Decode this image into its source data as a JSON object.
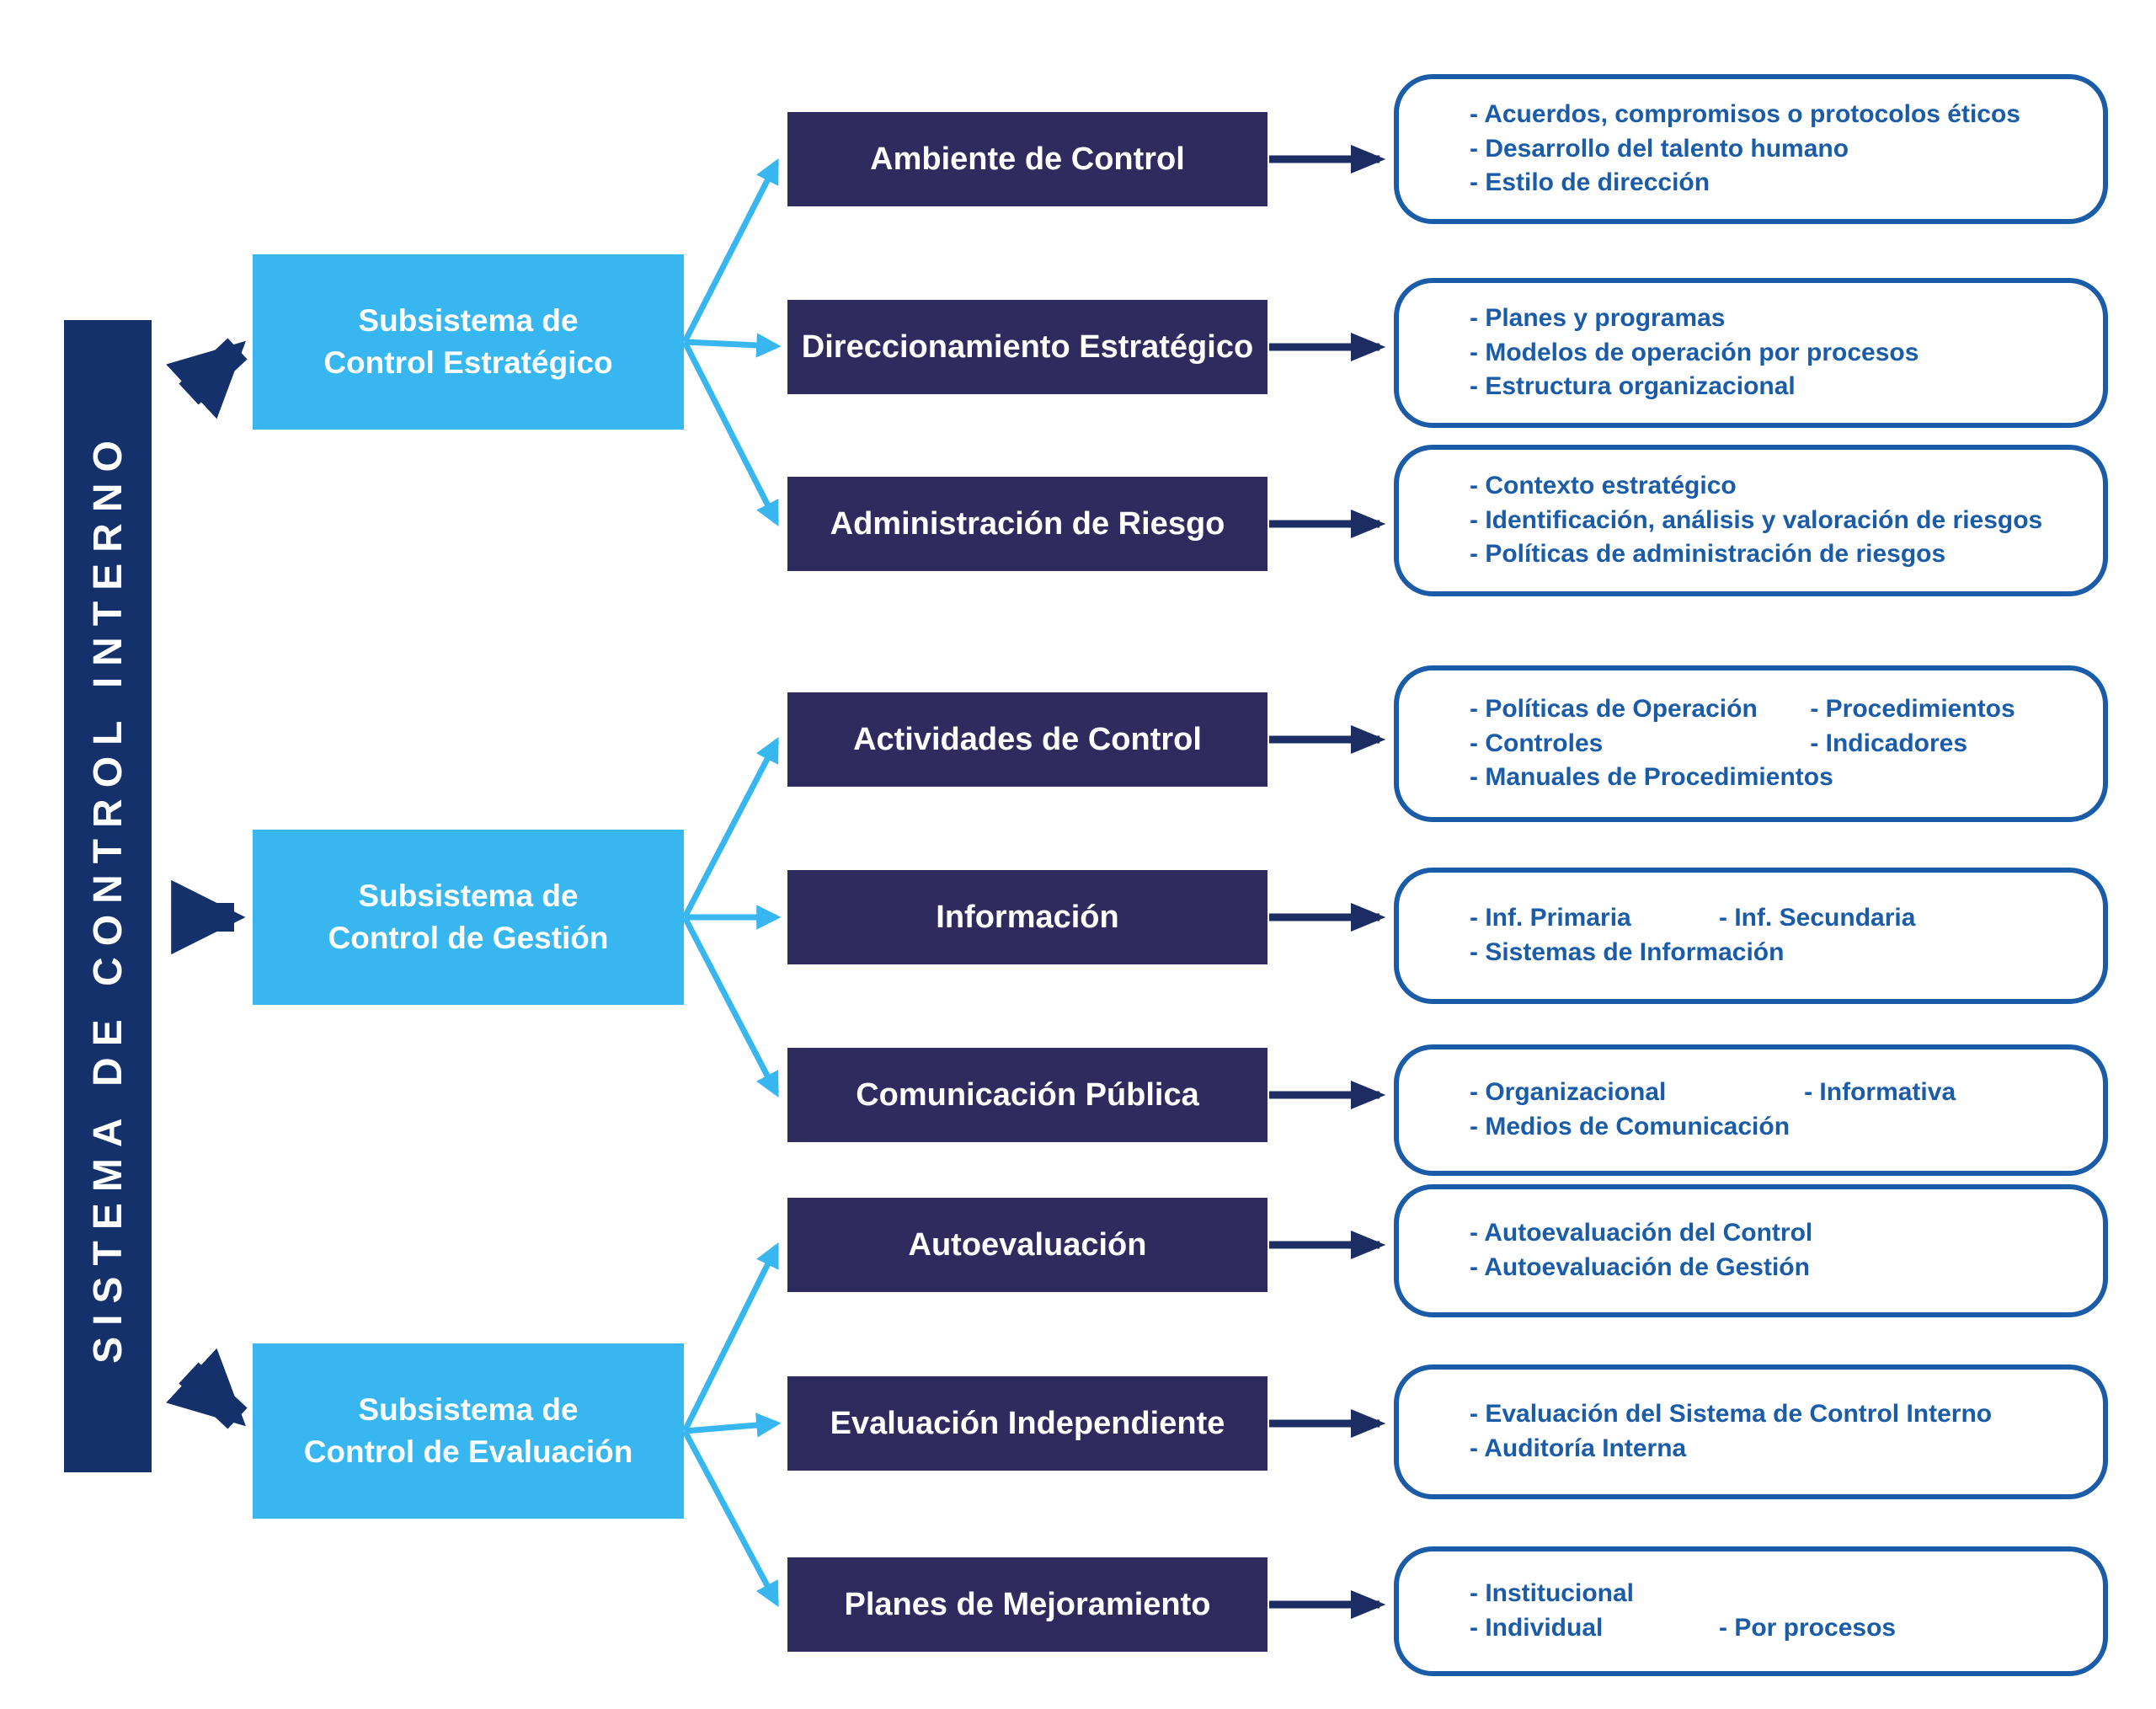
{
  "sidebar": {
    "title": "SISTEMA DE CONTROL INTERNO"
  },
  "colors": {
    "navy_bar": "#14316B",
    "dark_component_box": "#2F2B5E",
    "light_blue_box": "#38B6EF",
    "light_blue_arrow": "#38B6EF",
    "detail_outline": "#1B5CA8",
    "detail_text": "#1B5CA8",
    "connector_arrow": "#1B2D63",
    "box_text": "#FFFFFF"
  },
  "groups": [
    {
      "subsystem": {
        "line1": "Subsistema de",
        "line2": "Control Estratégico"
      },
      "components": [
        {
          "label": "Ambiente de Control",
          "rows": [
            [
              "- Acuerdos, compromisos o protocolos éticos"
            ],
            [
              "- Desarrollo del talento humano"
            ],
            [
              "- Estilo de dirección"
            ]
          ]
        },
        {
          "label": "Direccionamiento Estratégico",
          "rows": [
            [
              "- Planes y programas"
            ],
            [
              "- Modelos de operación por procesos"
            ],
            [
              "- Estructura organizacional"
            ]
          ]
        },
        {
          "label": "Administración de Riesgo",
          "rows": [
            [
              "- Contexto estratégico"
            ],
            [
              "- Identificación, análisis y valoración de riesgos"
            ],
            [
              "- Políticas de administración de riesgos"
            ]
          ]
        }
      ]
    },
    {
      "subsystem": {
        "line1": "Subsistema de",
        "line2": "Control de Gestión"
      },
      "components": [
        {
          "label": "Actividades de Control",
          "rows": [
            [
              "- Políticas de Operación",
              "- Procedimientos"
            ],
            [
              "- Controles",
              "- Indicadores"
            ],
            [
              "- Manuales de Procedimientos"
            ]
          ]
        },
        {
          "label": "Información",
          "rows": [
            [
              "- Inf. Primaria",
              "- Inf. Secundaria"
            ],
            [
              "- Sistemas de Información"
            ]
          ]
        },
        {
          "label": "Comunicación Pública",
          "rows": [
            [
              "- Organizacional",
              "- Informativa"
            ],
            [
              "- Medios de Comunicación"
            ]
          ]
        }
      ]
    },
    {
      "subsystem": {
        "line1": "Subsistema de",
        "line2": "Control de Evaluación"
      },
      "components": [
        {
          "label": "Autoevaluación",
          "rows": [
            [
              "- Autoevaluación del Control"
            ],
            [
              "- Autoevaluación de Gestión"
            ]
          ]
        },
        {
          "label": "Evaluación Independiente",
          "rows": [
            [
              "- Evaluación del Sistema de Control Interno"
            ],
            [
              "- Auditoría Interna"
            ]
          ]
        },
        {
          "label": "Planes de Mejoramiento",
          "rows": [
            [
              "- Institucional"
            ],
            [
              "- Individual",
              "- Por procesos"
            ]
          ]
        }
      ]
    }
  ]
}
